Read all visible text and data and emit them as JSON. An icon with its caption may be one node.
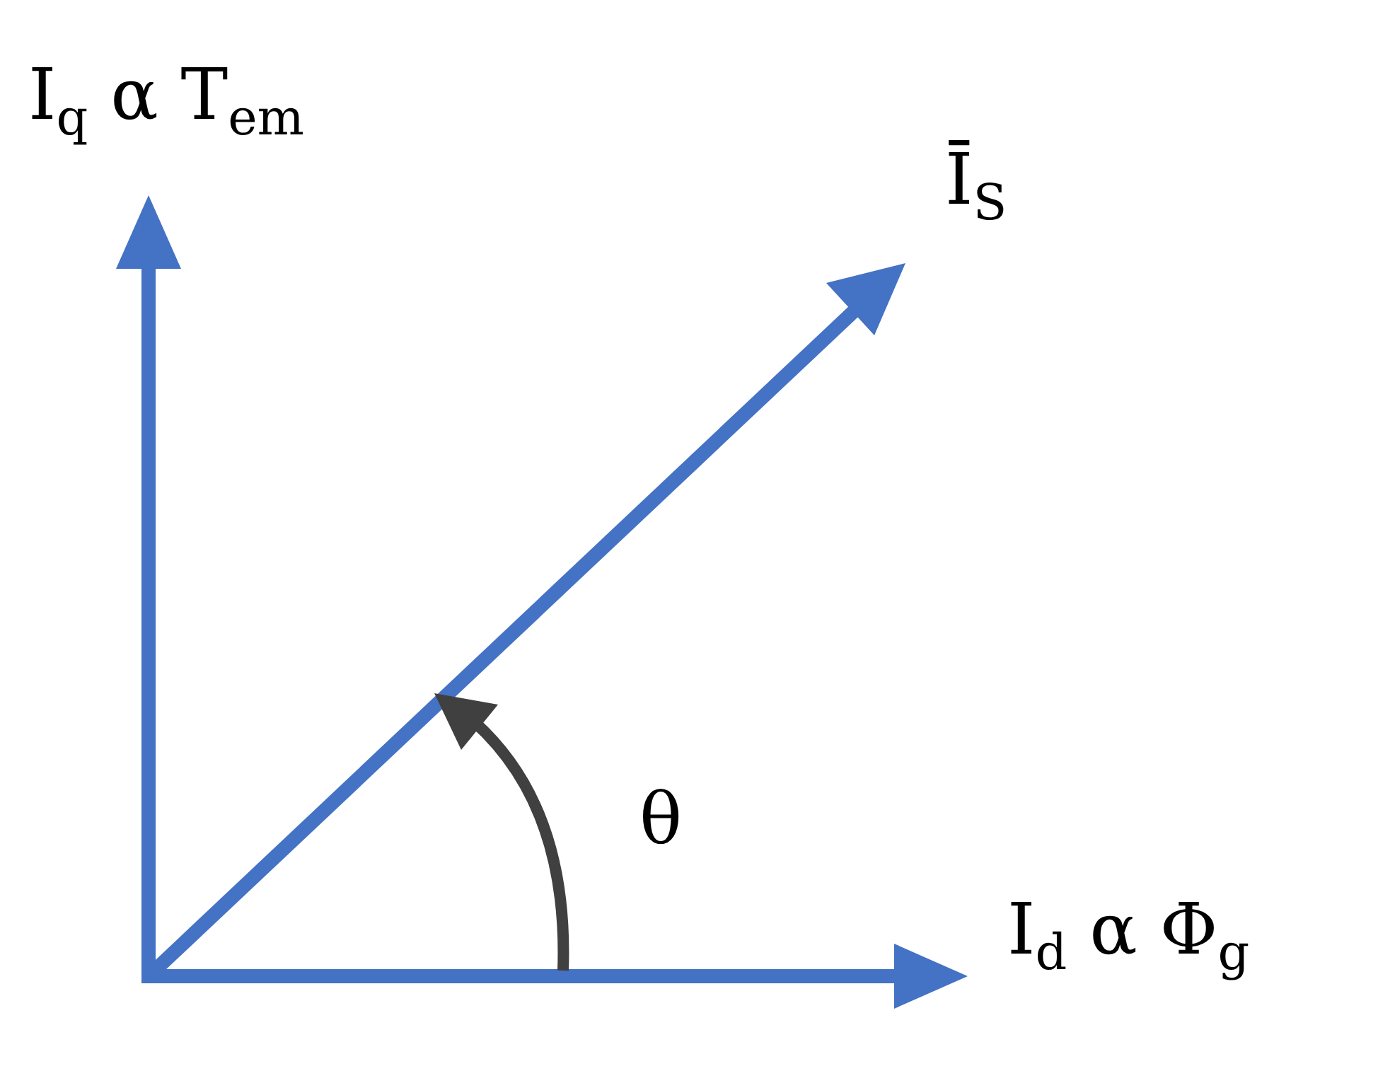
{
  "diagram": {
    "labels": [
      "I$_{q}$ α T$_{em}$",
      "Ī$_{S}$",
      "θ",
      "I$_{d}$ α Φ$_{g}$"
    ]
  }
}
